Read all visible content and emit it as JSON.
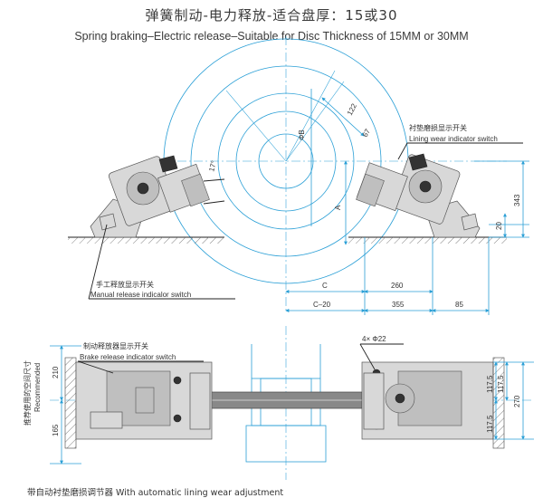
{
  "header": {
    "title_cn": "弹簧制动-电力释放-适合盘厚：15或30",
    "title_en": "Spring braking–Electric release–Suitable for Disc Thickness of 15MM or 30MM"
  },
  "top_view": {
    "lining_indicator_cn": "衬垫磨损显示开关",
    "lining_indicator_en": "Lining wear indicator switch",
    "manual_release_cn": "手工释放显示开关",
    "manual_release_en": "Manual release indicalor switch",
    "dim_phi_b": "ΦB",
    "dim_122": "122",
    "dim_67": "67",
    "dim_17": "17°",
    "dim_a": "A",
    "dim_343": "343",
    "dim_20": "20",
    "dim_c": "C",
    "dim_260": "260",
    "dim_c20": "C–20",
    "dim_355": "355",
    "dim_85": "85"
  },
  "bottom_view": {
    "brake_release_cn": "制动释放器显示开关",
    "brake_release_en": "Brake release indicator switch",
    "holes": "4× Φ22",
    "side_cn": "推荐使用的空间尺寸",
    "side_en": "Recommended",
    "dim_210": "210",
    "dim_165": "165",
    "dim_117_5_top": "117.5",
    "dim_117_5_bot": "117.5",
    "dim_117_5_left": "117.5",
    "dim_270": "270"
  },
  "footer": {
    "note": "带自动衬垫磨损调节器  With automatic lining wear adjustment"
  }
}
